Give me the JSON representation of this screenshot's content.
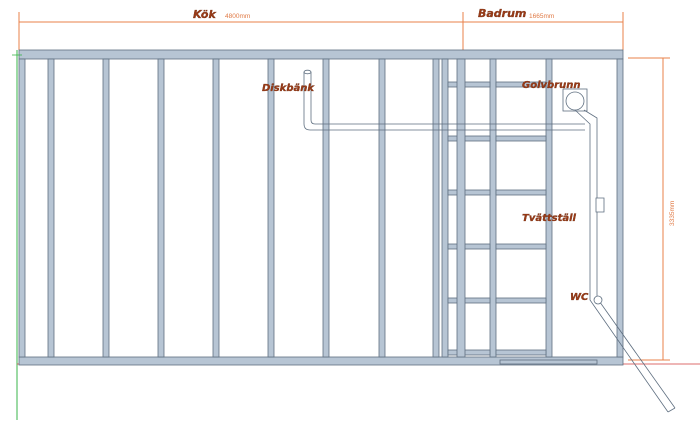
{
  "colors": {
    "framing": "#b7c5d4",
    "framing_edge": "#5f6f80",
    "label": "#9a3a16",
    "dimension": "#e8804a",
    "axis_green": "#39b54a",
    "axis_red": "#d23c3c"
  },
  "rooms": [
    {
      "name": "Kök",
      "dimension": "4800mm"
    },
    {
      "name": "Badrum",
      "dimension": "1665mm"
    }
  ],
  "height_dimension": "3335mm",
  "fixtures": [
    {
      "label": "Diskbänk"
    },
    {
      "label": "Golvbrunn"
    },
    {
      "label": "Tvättställ"
    },
    {
      "label": "WC"
    }
  ]
}
